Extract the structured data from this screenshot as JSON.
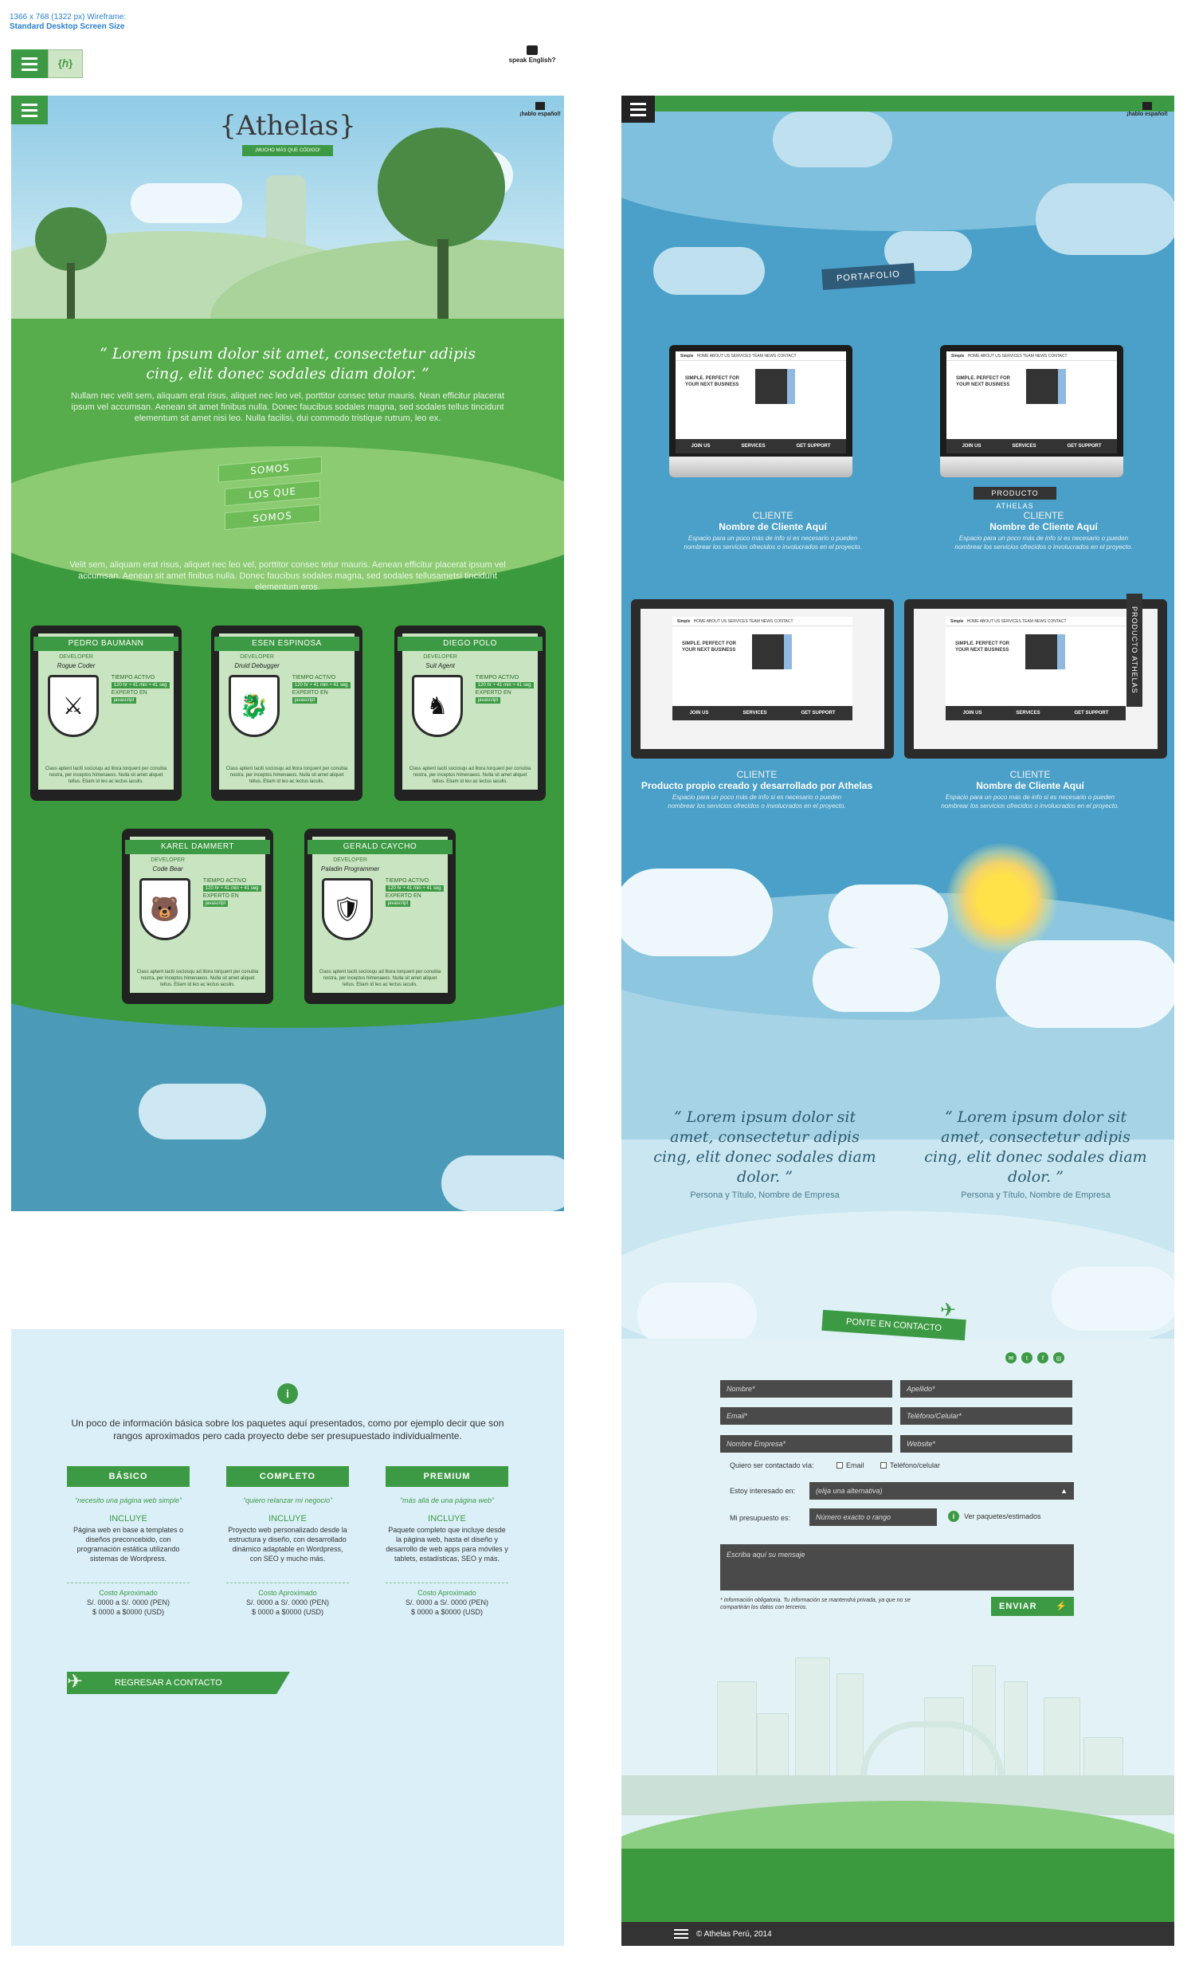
{
  "header": {
    "line1": "1366 x 768 (1322 px) Wireframe:",
    "line2": "Standard Desktop Screen Size",
    "logo_mini": "{ℎ}",
    "speak": "speak English?"
  },
  "left": {
    "logo": "{Athelas}",
    "tagline": "¡MUCHO MÁS QUE CÓDIGO!",
    "lang": "¡hablo español!",
    "quote": "“ Lorem ipsum dolor sit amet, consectetur adipis cing, elit donec sodales diam dolor. ”",
    "para1": "Nullam nec velit sem, aliquam erat risus, aliquet nec leo vel, porttitor consec tetur mauris. Nean efficitur placerat ipsum vel accumsan. Aenean sit amet finibus nulla. Donec faucibus sodales magna, sed sodales tellus tincidunt elementum sit amet nisi leo. Nulla facilisi, dui commodo tristique rutrum, leo ex.",
    "ribbons": [
      "SOMOS",
      "LOS QUE",
      "SOMOS"
    ],
    "para2": "Velit sem, aliquam erat risus, aliquet nec leo vel, porttitor consec tetur mauris. Aenean efficitur placerat ipsum vel accumsan. Aenean sit amet finibus nulla. Donec faucibus sodales magna, sed sodales tellusametsi tincidunt elementum eros.",
    "cards": [
      {
        "name": "PEDRO BAUMANN",
        "role": "DEVELOPER",
        "title": "Rogue Coder",
        "icon": "⚔"
      },
      {
        "name": "ESEN ESPINOSA",
        "role": "DEVELOPER",
        "title": "Druid Debugger",
        "icon": "🐉"
      },
      {
        "name": "DIEGO POLO",
        "role": "DEVELOPER",
        "title": "Suit Agent",
        "icon": "♞"
      },
      {
        "name": "KAREL DAMMERT",
        "role": "DEVELOPER",
        "title": "Code Bear",
        "icon": "🐻"
      },
      {
        "name": "GERALD CAYCHO",
        "role": "DEVELOPER",
        "title": "Paladin Programmer",
        "icon": "🛡"
      }
    ],
    "card_stats": {
      "active": "TIEMPO ACTIVO",
      "time": "120 hr + 41 min + 41 seg",
      "expert": "EXPERTO EN",
      "skill": "javascript",
      "desc": "Class aptent taciti sociosqu ad litora torquent per conubia nostra, per inceptos himenaeos. Nulla sit amet aliquet tellus. Etiam id leo ac lectus iaculis."
    }
  },
  "right": {
    "lang": "¡hablo español!",
    "portfolio": "PORTAFOLIO",
    "site": {
      "brand": "Simple",
      "nav": "HOME  ABOUT US  SERVICES  TEAM  NEWS  CONTACT",
      "headline": "SIMPLE. PERFECT FOR YOUR NEXT BUSINESS",
      "b1": "JOIN US",
      "b2": "SERVICES",
      "b3": "GET SUPPORT"
    },
    "product_badge": "PRODUCTO ATHELAS",
    "items": [
      {
        "label": "CLIENTE",
        "name": "Nombre de Cliente Aquí",
        "desc": "Espacio para un poco más de info si es necesario o pueden nombrear los servicios ofrecidos o involucrados en el proyecto."
      },
      {
        "label": "CLIENTE",
        "name": "Nombre de Cliente Aquí",
        "desc": "Espacio para un poco más de info si es necesario o pueden nombrear los servicios ofrecidos o involucrados en el proyecto."
      },
      {
        "label": "CLIENTE",
        "name": "Producto propio creado y desarrollado por Athelas",
        "desc": "Espacio para un poco más de info si es necesario o pueden nombrear los servicios ofrecidos o involucrados en el proyecto."
      },
      {
        "label": "CLIENTE",
        "name": "Nombre de Cliente Aquí",
        "desc": "Espacio para un poco más de info si es necesario o pueden nombrear los servicios ofrecidos o involucrados en el proyecto."
      }
    ],
    "testimonials": [
      {
        "quote": "“ Lorem ipsum dolor sit amet, consectetur adipis cing, elit donec sodales diam dolor. ”",
        "author": "Persona y Título, Nombre de Empresa"
      },
      {
        "quote": "“ Lorem ipsum dolor sit amet, consectetur adipis cing, elit donec sodales diam dolor. ”",
        "author": "Persona y Título, Nombre de Empresa"
      }
    ],
    "contact": {
      "title": "PONTE EN CONTACTO",
      "fields": [
        "Nombre*",
        "Apellido*",
        "Email*",
        "Teléfono/Celular*",
        "Nombre Empresa*",
        "Website*"
      ],
      "contact_by": "Quiero ser contactado vía:",
      "opt_email": "Email",
      "opt_phone": "Teléfono/celular",
      "interest_lbl": "Estoy interesado en:",
      "interest_val": "(elija una alternativa)",
      "budget_lbl": "Mi presupuesto es:",
      "budget_ph": "Número exacto o rango",
      "info": "i",
      "packages": "Ver paquetes/estimados",
      "message_ph": "Escriba aquí su mensaje",
      "note": "* Información obligatoria. Tu información se mantendrá privada, ya que no se compartirán los datos con terceros.",
      "send": "ENVIAR"
    },
    "footer": "© Athelas Perú, 2014"
  },
  "info": {
    "icon": "i",
    "intro": "Un poco de información básica sobre los paquetes aquí presentados, como por ejemplo decir que son rangos aproximados pero cada proyecto debe ser presupuestado individualmente.",
    "packages": [
      {
        "name": "BÁSICO",
        "tag": "“necesito una página web simple”",
        "inc": "INCLUYE",
        "desc": "Página web en base a templates o diseños preconcebido, con programación estática utilizando sistemas de Wordpress.",
        "cost": "Costo Aproximado",
        "p1": "S/. 0000 a S/. 0000 (PEN)",
        "p2": "$ 0000 a $0000 (USD)"
      },
      {
        "name": "COMPLETO",
        "tag": "“quiero relanzar mi negocio”",
        "inc": "INCLUYE",
        "desc": "Proyecto web personalizado desde la estructura y diseño, con desarrollado dinámico adaptable en Wordpress, con SEO y mucho más.",
        "cost": "Costo Aproximado",
        "p1": "S/. 0000 a S/. 0000 (PEN)",
        "p2": "$ 0000 a $0000 (USD)"
      },
      {
        "name": "PREMIUM",
        "tag": "“más allá de una página web”",
        "inc": "INCLUYE",
        "desc": "Paquete completo que incluye desde la página web, hasta el diseño y desarrollo de web apps para móviles y tablets, estadísticas, SEO y más.",
        "cost": "Costo Aproximado",
        "p1": "S/. 0000 a S/. 0000 (PEN)",
        "p2": "$ 0000 a $0000 (USD)"
      }
    ],
    "back": "REGRESAR A CONTACTO"
  }
}
